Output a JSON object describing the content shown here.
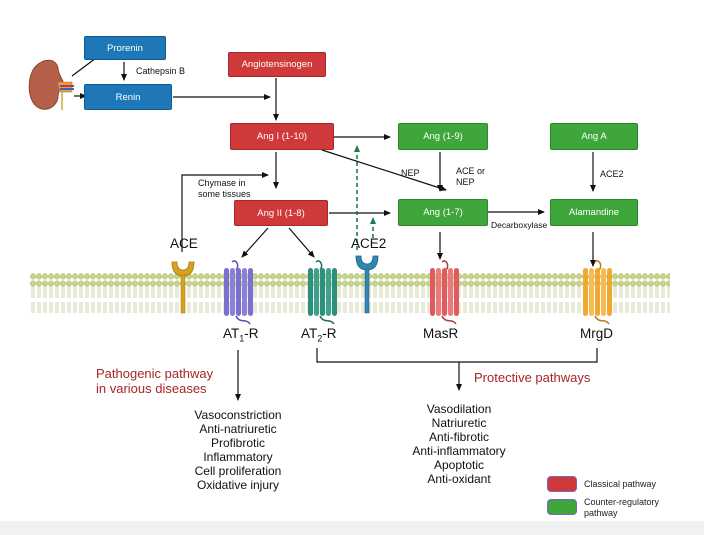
{
  "boxes": {
    "prorenin": "Prorenin",
    "renin": "Renin",
    "angiotensinogen": "Angiotensinogen",
    "ang_i": "Ang I (1-10)",
    "ang_ii": "Ang II (1-8)",
    "ang_1_9": "Ang (1-9)",
    "ang_1_7": "Ang (1-7)",
    "ang_a": "Ang A",
    "alamandine": "Alamandine"
  },
  "enzymes": {
    "cathepsin_b": "Cathepsin B",
    "chymase_line1": "Chymase in",
    "chymase_line2": "some tissues",
    "nep": "NEP",
    "ace_or_nep_line1": "ACE or",
    "ace_or_nep_line2": "NEP",
    "ace2_small": "ACE2",
    "decarboxylase": "Decarboxylase",
    "ace": "ACE",
    "ace2": "ACE2"
  },
  "receptors": {
    "at1_prefix": "AT",
    "at1_sub": "1",
    "at1_suffix": "-R",
    "at2_prefix": "AT",
    "at2_sub": "2",
    "at2_suffix": "-R",
    "masr": "MasR",
    "mrgd": "MrgD"
  },
  "pathogenic": {
    "title_line1": "Pathogenic pathway",
    "title_line2": "in various diseases",
    "effects": [
      "Vasoconstriction",
      "Anti-natriuretic",
      "Profibrotic",
      "Inflammatory",
      "Cell proliferation",
      "Oxidative injury"
    ]
  },
  "protective": {
    "title": "Protective pathways",
    "effects": [
      "Vasodilation",
      "Natriuretic",
      "Anti-fibrotic",
      "Anti-inflammatory",
      "Apoptotic",
      "Anti-oxidant"
    ]
  },
  "legend": {
    "classical": "Classical pathway",
    "counter_line1": "Counter-regulatory",
    "counter_line2": "pathway"
  },
  "colors": {
    "blue": "#1e78b8",
    "red": "#d0393a",
    "green": "#3fa63c",
    "pathway_text": "#a6262a",
    "at1_receptor": "#7b6fd0",
    "at2_receptor": "#2f8f7f",
    "masr_receptor": "#e05a5e",
    "mrgd_receptor": "#f0a930",
    "ace_enzyme": "#d8a020",
    "ace2_enzyme": "#2f86b5"
  }
}
